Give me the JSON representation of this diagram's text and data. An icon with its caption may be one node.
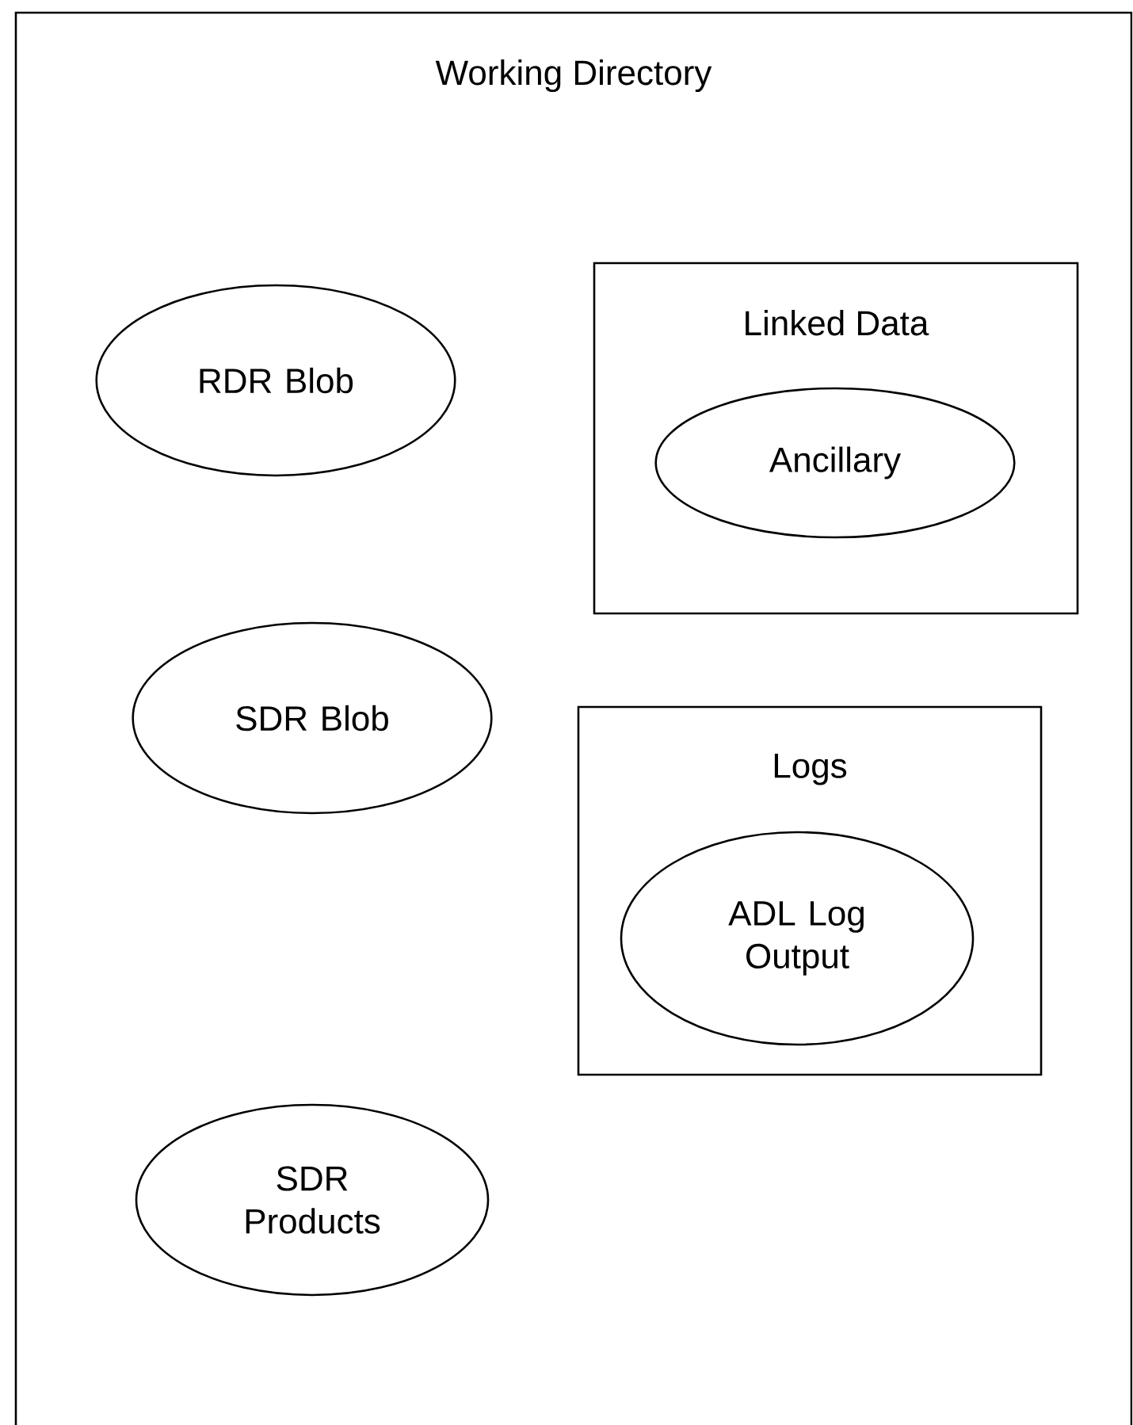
{
  "diagram": {
    "nodes": [
      {
        "text": [
          "Working Directory"
        ]
      },
      {
        "text": [
          "RDR Blob"
        ],
        "in": 0
      },
      {
        "text": [
          "Linked Data"
        ],
        "in": 0
      },
      {
        "text": [
          "Ancillary"
        ],
        "in": 2
      },
      {
        "text": [
          "SDR Blob"
        ],
        "in": 0
      },
      {
        "text": [
          "Logs"
        ],
        "in": 0
      },
      {
        "text": [
          "ADL Log Output"
        ],
        "in": 5
      },
      {
        "text": [
          "SDR Products"
        ],
        "in": 0
      }
    ]
  }
}
